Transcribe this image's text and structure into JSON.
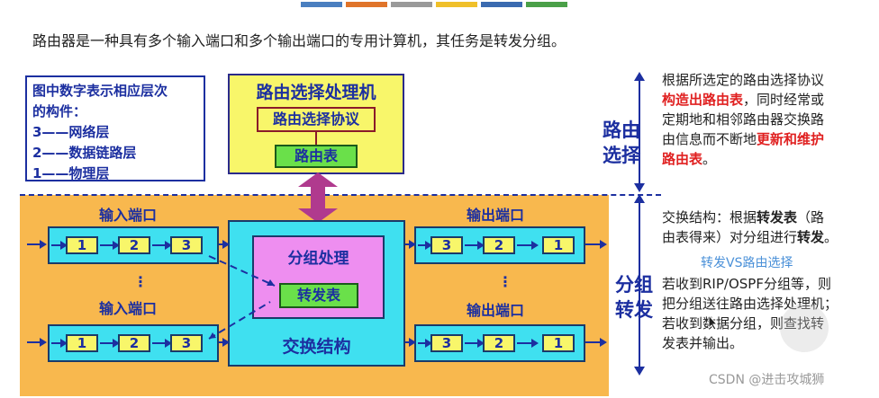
{
  "title": "路由器是一种具有多个输入端口和多个输出端口的专用计算机，其任务是转发分组。",
  "colors": {
    "bar1": "#4a7fc0",
    "bar2": "#e0742a",
    "bar3": "#9a9a9a",
    "bar4": "#f0c02a",
    "bar5": "#3a6ab0",
    "bar6": "#4aa048"
  },
  "legend": {
    "line1": "图中数字表示相应层次",
    "line2": "的构件：",
    "line3": "3——网络层",
    "line4": "2——数据链路层",
    "line5": "1——物理层"
  },
  "routing_processor": {
    "title": "路由选择处理机",
    "protocol": "路由选择协议",
    "table": "路由表"
  },
  "input_port_label": "输入端口",
  "output_port_label": "输出端口",
  "ellipsis": "⋮",
  "cells": {
    "one": "1",
    "two": "2",
    "three": "3"
  },
  "switch_fabric": {
    "packet_processing": "分组处理",
    "forwarding_table": "转发表",
    "label": "交换结构"
  },
  "right_top": {
    "p1": "根据所选定的路由选择协议",
    "p2_red": "构造出路由表",
    "p2_rest": "，同时经常或",
    "p3": "定期地和相邻路由器交换路",
    "p4_a": "由信息而不断地",
    "p4_red": "更新和维护",
    "p5_red": "路由表",
    "p5_rest": "。"
  },
  "routing_label": {
    "l1": "路由",
    "l2": "选择"
  },
  "forwarding_label": {
    "l1": "分组",
    "l2": "转发"
  },
  "right_bottom": {
    "p1_a": "交换结构：根据",
    "p1_bold": "转发表",
    "p1_b": "（路",
    "p2_a": "由表得来）对分组进行",
    "p2_bold": "转发",
    "p2_b": "。",
    "vs": "转发VS路由选择",
    "p3": "若收到RIP/OSPF分组等，则",
    "p4": "把分组送往路由选择处理机；",
    "p5": "若收到数据分组，则查找转",
    "p6": "发表并输出。"
  },
  "watermark": "CSDN @进击攻城狮"
}
